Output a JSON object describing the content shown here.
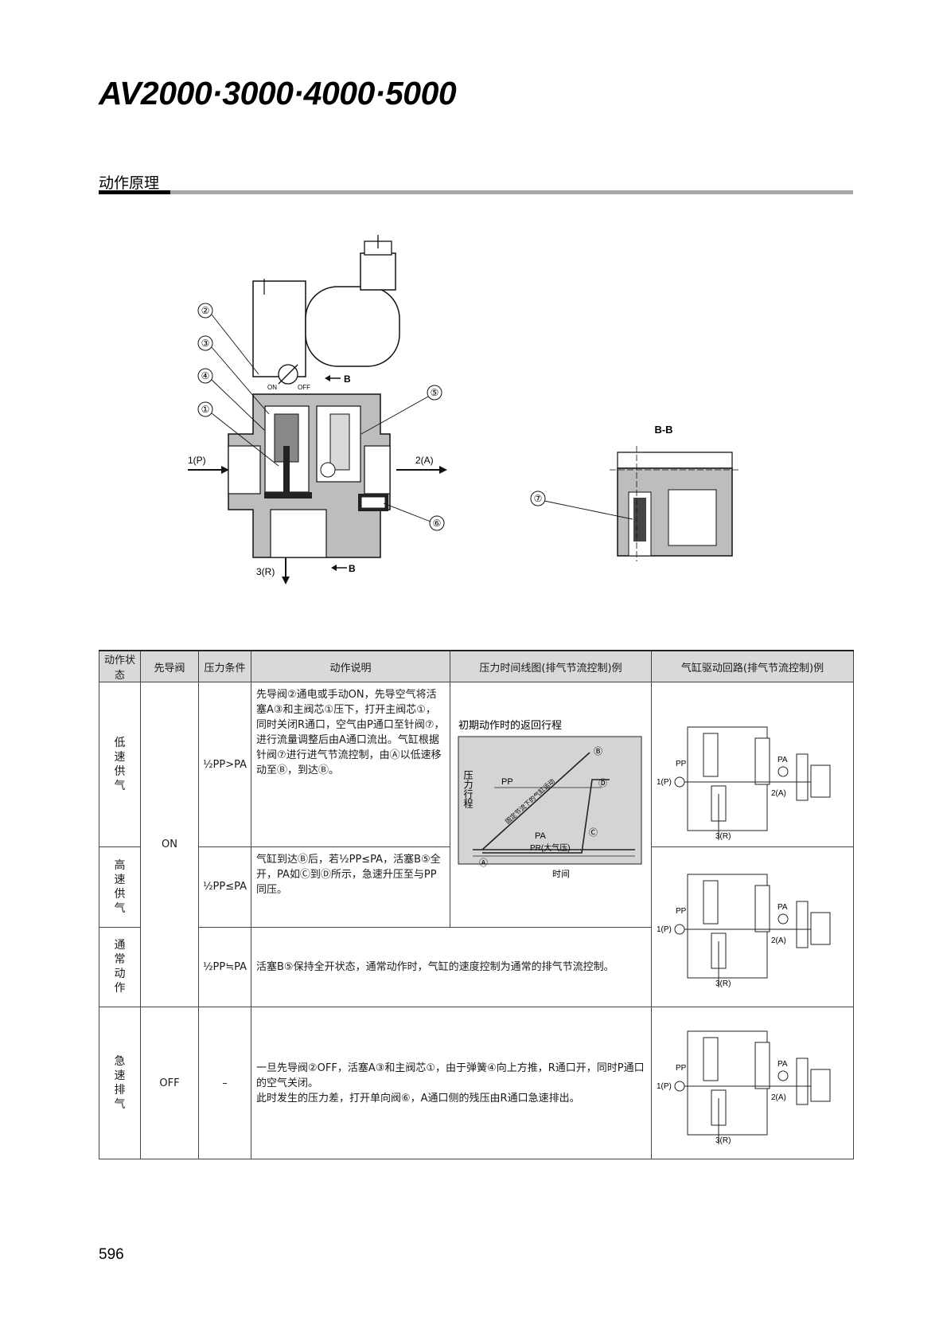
{
  "header": {
    "model_title": "AV2000·3000·4000·5000",
    "section_title": "动作原理"
  },
  "main_diagram": {
    "callouts": [
      "②",
      "③",
      "④",
      "①",
      "⑤",
      "⑥"
    ],
    "port_in": "1(P)",
    "port_out": "2(A)",
    "port_exhaust": "3(R)",
    "section_marker": "B",
    "switch_on": "ON",
    "switch_off": "OFF"
  },
  "section_view": {
    "title": "B-B",
    "callout": "⑦"
  },
  "table": {
    "headers": [
      "动作状态",
      "先导阀",
      "压力条件",
      "动作说明",
      "压力时间线图(排气节流控制)例",
      "气缸驱动回路(排气节流控制)例"
    ],
    "rows": [
      {
        "state": "低速供气",
        "pilot": "ON",
        "pressure": "½PP>PA",
        "description": "先导阀②通电或手动ON，先导空气将活塞A③和主阀芯①压下，打开主阀芯①，同时关闭R通口，空气由P通口至针阀⑦，进行流量调整后由A通口流出。气缸根据针阀⑦进行进气节流控制，由Ⓐ以低速移动至Ⓑ，到达Ⓑ。"
      },
      {
        "state": "高速供气",
        "pilot": "ON",
        "pressure": "½PP≤PA",
        "description": "气缸到达Ⓑ后，若½PP≤PA，活塞B⑤全开，PA如Ⓒ到Ⓓ所示，急速升压至与PP同压。"
      },
      {
        "state": "通常动作",
        "pilot": "ON",
        "pressure": "½PP≒PA",
        "description": "活塞B⑤保持全开状态，通常动作时，气缸的速度控制为通常的排气节流控制。"
      },
      {
        "state": "急速排气",
        "pilot": "OFF",
        "pressure": "–",
        "description_1": "一旦先导阀②OFF，活塞A③和主阀芯①，由于弹簧④向上方推，R通口开，同时P通口的空气关闭。",
        "description_2": "此时发生的压力差，打开单向阀⑥，A通口侧的残压由R通口急速排出。"
      }
    ]
  },
  "graph": {
    "caption": "初期动作时的返回行程",
    "y_axis": "压力行程",
    "x_axis": "时间",
    "label_pp": "PP",
    "label_pa": "PA",
    "label_pr": "PR(大气压)",
    "diagonal_text": "固定节流下的气缸运动",
    "points": [
      "Ⓐ",
      "Ⓑ",
      "Ⓒ",
      "Ⓓ"
    ]
  },
  "circuit": {
    "pp": "PP",
    "pa": "PA",
    "p_port": "1(P)",
    "a_port": "2(A)",
    "r_port": "3(R)"
  },
  "page_number": "596"
}
